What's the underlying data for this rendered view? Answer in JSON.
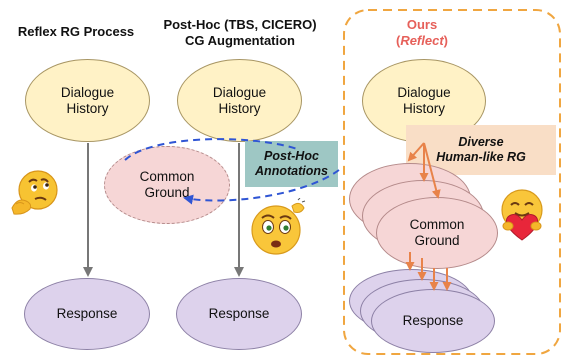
{
  "columns": {
    "reflex": {
      "title": "Reflex RG Process",
      "nodes": {
        "history": "Dialogue\nHistory",
        "response": "Response"
      }
    },
    "posthoc": {
      "title_line1": "Post-Hoc (TBS, CICERO)",
      "title_line2": "CG Augmentation",
      "nodes": {
        "history": "Dialogue\nHistory",
        "common_ground": "Common\nGround",
        "response": "Response"
      },
      "annotation_box": "Post-Hoc\nAnnotations"
    },
    "ours": {
      "title_line1": "Ours",
      "title_line2_open": "(",
      "title_line2_name": "Reflect",
      "title_line2_close": ")",
      "nodes": {
        "history": "Dialogue\nHistory",
        "common_ground": "Common\nGround",
        "response": "Response"
      },
      "diverse_box": "Diverse\nHuman-like RG"
    }
  },
  "icons": [
    "thinking-emoji-icon",
    "worried-emoji-icon",
    "heart-hug-emoji-icon"
  ],
  "colors": {
    "history_fill": "#fff2c6",
    "response_fill": "#ddd2ec",
    "common_ground_fill": "#f6d6d6",
    "ours_frame": "#f0a640",
    "ours_title": "#e6605a",
    "annotation_arrow": "#2f55d4",
    "ours_arrows": "#e8834a",
    "annotation_box": "#9ec7c4",
    "diverse_box": "#f9dec6"
  }
}
